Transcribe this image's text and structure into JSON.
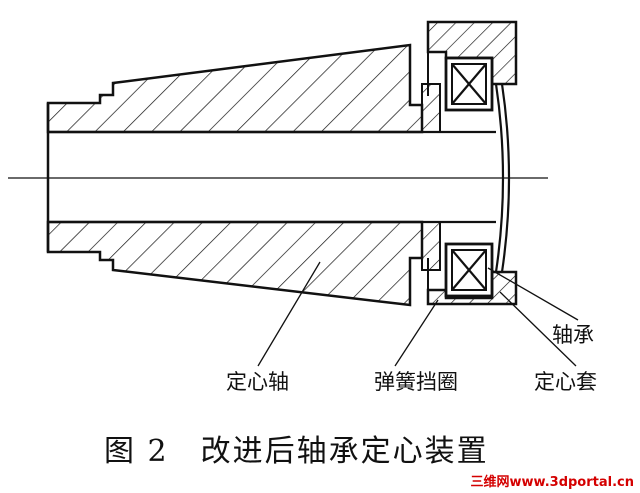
{
  "labels": {
    "bearing": "轴承",
    "centering_shaft": "定心轴",
    "spring_retainer": "弹簧挡圈",
    "centering_sleeve": "定心套"
  },
  "caption": "图 2　改进后轴承定心装置",
  "watermark": "三维网www.3dportal.cn",
  "colors": {
    "line": "#111111",
    "watermark": "#d40000",
    "background": "#ffffff"
  }
}
